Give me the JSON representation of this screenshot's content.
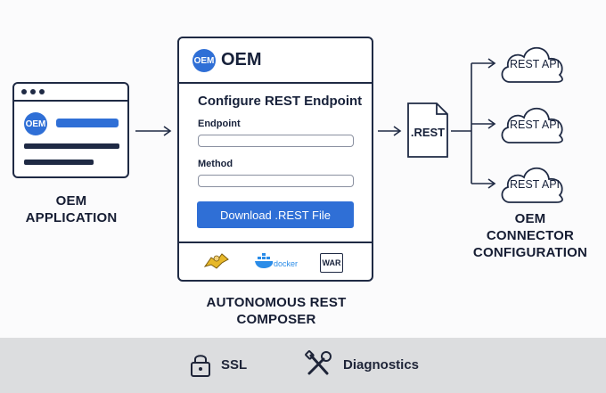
{
  "oem_application": {
    "logo_text": "OEM",
    "caption_line1": "OEM",
    "caption_line2": "APPLICATION"
  },
  "composer": {
    "header_logo_text": "OEM",
    "header_title": "OEM",
    "form_title": "Configure REST Endpoint",
    "endpoint_label": "Endpoint",
    "method_label": "Method",
    "download_button": "Download .REST File",
    "docker_label": "docker",
    "war_label": "WAR",
    "caption_line1": "AUTONOMOUS REST",
    "caption_line2": "COMPOSER"
  },
  "rest_file": {
    "label": ".REST"
  },
  "connectors": {
    "apis": [
      "REST API",
      "REST API",
      "REST API"
    ],
    "caption_line1": "OEM",
    "caption_line2": "CONNECTOR",
    "caption_line3": "CONFIGURATION"
  },
  "footer": {
    "ssl_label": "SSL",
    "diagnostics_label": "Diagnostics"
  },
  "colors": {
    "accent": "#2f6fd6",
    "ink": "#1f2a44",
    "footer_bg": "#dcdddf"
  }
}
